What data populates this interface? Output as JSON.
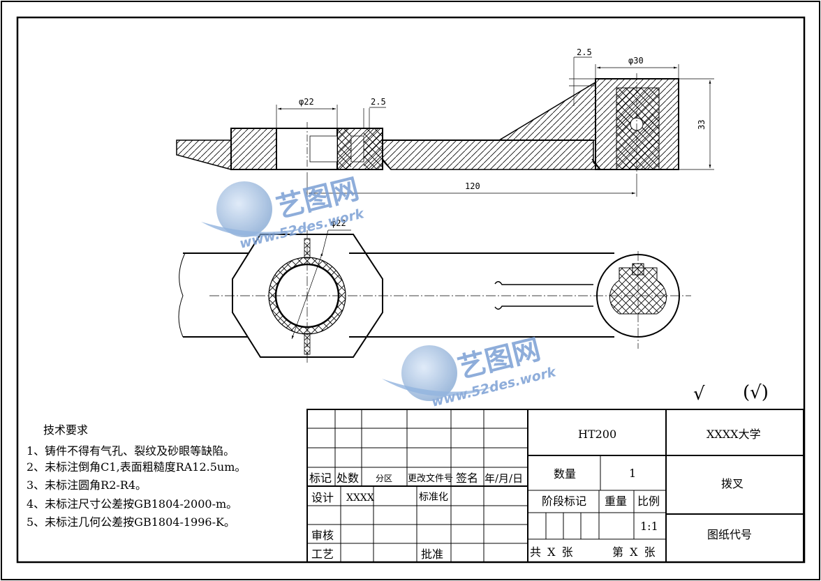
{
  "dimensions": {
    "top_phi22": "φ22",
    "top_chamfer_left": "2.5",
    "top_chamfer_right": "2.5",
    "top_phi30": "φ30",
    "top_height": "33",
    "top_length": "120",
    "plan_phi22": "φ22"
  },
  "surface_finish": {
    "symbol": "√",
    "bracketed": "(√)"
  },
  "tech_requirements": {
    "title": "技术要求",
    "items": [
      "1、铸件不得有气孔、裂纹及砂眼等缺陷。",
      "2、未标注倒角C1,表面粗糙度RA12.5um。",
      "3、未标注圆角R2-R4。",
      "4、未标注尺寸公差按GB1804-2000-m。",
      "5、未标注几何公差按GB1804-1996-K。"
    ]
  },
  "title_block": {
    "material": "HT200",
    "company": "XXXX大学",
    "part_name": "拨叉",
    "drawing_code": "图纸代号",
    "quantity_label": "数量",
    "quantity_value": "1",
    "stage_mark": "阶段标记",
    "weight": "重量",
    "scale_label": "比例",
    "scale_value": "1:1",
    "sheets": "共 X 张",
    "sheet_no": "第 X 张",
    "rev_headers": [
      "标记",
      "处数",
      "分区",
      "更改文件号",
      "签名",
      "年/月/日"
    ],
    "design_label": "设计",
    "designer": "XXXX",
    "standardize": "标准化",
    "review": "审核",
    "process": "工艺",
    "approve": "批准"
  },
  "watermark": {
    "brand": "艺图网",
    "url": "www.52des.work"
  }
}
